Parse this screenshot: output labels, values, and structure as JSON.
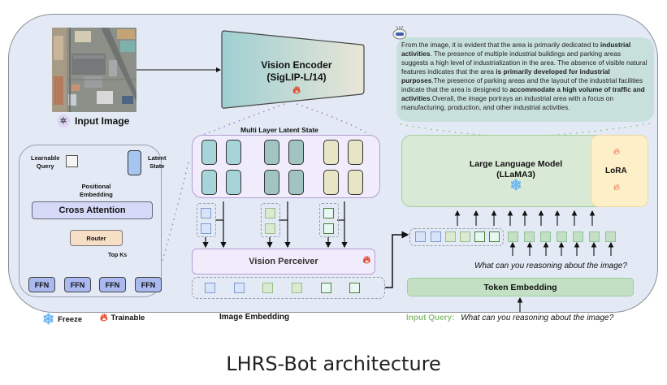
{
  "caption": "LHRS-Bot architecture",
  "input_image": {
    "label": "Input Image",
    "icon": "satellite-icon"
  },
  "vision_encoder": {
    "title": "Vision Encoder",
    "subtitle": "(SigLIP-L/14)",
    "status_icon": "fire-icon"
  },
  "response_bubble": {
    "icon": "robot-icon",
    "segments": [
      {
        "text": "From the image, it is evident that the area is primarily dedicated to ",
        "bold": false
      },
      {
        "text": "industrial activities",
        "bold": true
      },
      {
        "text": ". The presence of multiple industrial buildings and parking areas suggests a high level of industrialization in the area. The absence of visible natural features indicates that the area ",
        "bold": false
      },
      {
        "text": "is primarily developed for industrial purposes",
        "bold": true
      },
      {
        "text": ".The presence of parking areas and the layout of the industrial facilities indicate that the area is designed to ",
        "bold": false
      },
      {
        "text": "accommodate a high volume of traffic and activities",
        "bold": true
      },
      {
        "text": ".Overall, the image portrays an industrial area with a focus on manufacturing, production, and other industrial activities.",
        "bold": false
      }
    ]
  },
  "multi_layer_latent_state": {
    "label": "Multi Layer Latent State",
    "groups": [
      "#a7d4d8",
      "#9fc4c1",
      "#e8e4c6"
    ]
  },
  "router_panel": {
    "learnable_query": "Learnable\nQuery",
    "latent_state": "Latent\nState",
    "positional_embedding": "Positional\nEmbedding",
    "cross_attention": "Cross Attention",
    "router": "Router",
    "top_ks": "Top Ks",
    "experts": [
      "FFN",
      "FFN",
      "FFN",
      "FFN"
    ]
  },
  "vision_perceiver": {
    "label": "Vision Perceiver",
    "status_icon": "fire-icon"
  },
  "image_embedding": {
    "label": "Image Embedding"
  },
  "legend": {
    "freeze": "Freeze",
    "trainable": "Trainable"
  },
  "llm": {
    "title": "Large Language Model",
    "subtitle": "(LLaMA3)",
    "status_icon": "snowflake-icon"
  },
  "lora": {
    "label": "LoRA",
    "status_icon": "fire-icon"
  },
  "question_text": "What can you reasoning about the image?",
  "token_embedding": {
    "label": "Token Embedding"
  },
  "input_query": {
    "label": "Input Query:",
    "text": "What can you reasoning about the image?"
  },
  "colors": {
    "frame_bg": "#e3eaf5",
    "bubble_bg": "#c8e0dc",
    "perceiver_bg": "#f1ecfb",
    "llm_bg": "#d8ead5",
    "lora_bg": "#fdf0c8",
    "fire": "#e0442a",
    "snow": "#6bb5f0",
    "input_query_label": "#8dc07a"
  }
}
